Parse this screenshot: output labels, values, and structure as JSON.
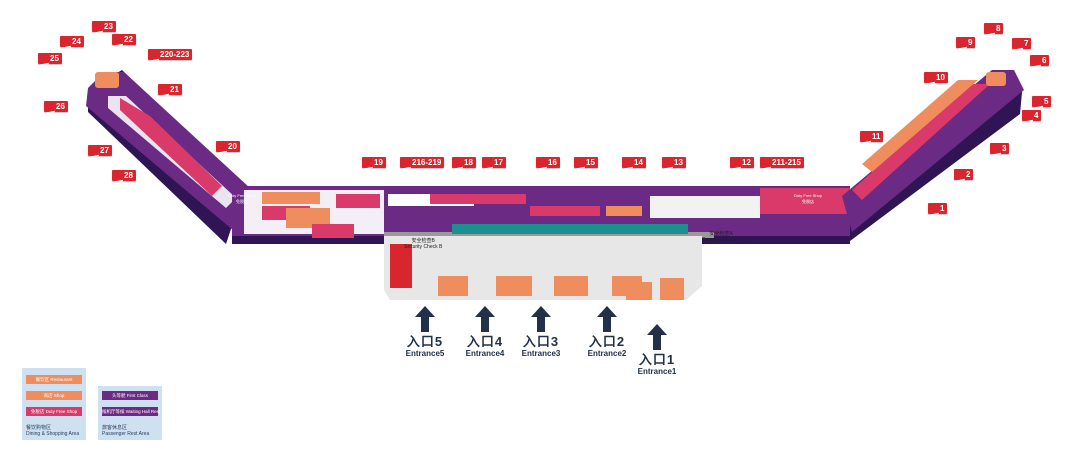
{
  "colors": {
    "corridor": "#6b2a84",
    "corridor_shade": "#2f1554",
    "duty_free": "#d93a6a",
    "dining": "#ef8d5e",
    "gate_badge": "#d9262e",
    "service_blue": "#2e69a9",
    "security_teal": "#1e8f8f",
    "entrance_navy": "#22304a",
    "legend_bg": "#cfe1f1"
  },
  "gates": [
    {
      "label": "23"
    },
    {
      "label": "24"
    },
    {
      "label": "22"
    },
    {
      "label": "25"
    },
    {
      "label": "220-223"
    },
    {
      "label": "21"
    },
    {
      "label": "26"
    },
    {
      "label": "27"
    },
    {
      "label": "20"
    },
    {
      "label": "28"
    },
    {
      "label": "19"
    },
    {
      "label": "216-219"
    },
    {
      "label": "18"
    },
    {
      "label": "17"
    },
    {
      "label": "16"
    },
    {
      "label": "15"
    },
    {
      "label": "14"
    },
    {
      "label": "13"
    },
    {
      "label": "12"
    },
    {
      "label": "211-215"
    },
    {
      "label": "8"
    },
    {
      "label": "9"
    },
    {
      "label": "7"
    },
    {
      "label": "6"
    },
    {
      "label": "10"
    },
    {
      "label": "5"
    },
    {
      "label": "4"
    },
    {
      "label": "11"
    },
    {
      "label": "3"
    },
    {
      "label": "2"
    },
    {
      "label": "1"
    }
  ],
  "security": [
    {
      "cn": "安全检查B",
      "en": "Security Check B"
    },
    {
      "cn": "安全检查A",
      "en": "Security Check A"
    }
  ],
  "shops": {
    "duty_free_left": {
      "en": "Duty Free Shop",
      "cn": "免税店"
    },
    "duty_free_right": {
      "en": "Duty Free Shop",
      "cn": "免税店"
    }
  },
  "entrances": [
    {
      "cn": "入口5",
      "en": "Entrance5"
    },
    {
      "cn": "入口4",
      "en": "Entrance4"
    },
    {
      "cn": "入口3",
      "en": "Entrance3"
    },
    {
      "cn": "入口2",
      "en": "Entrance2"
    },
    {
      "cn": "入口1",
      "en": "Entrance1"
    }
  ],
  "legend": {
    "dining": {
      "items": [
        "餐饮区 Restaurant",
        "商店 Shop",
        "免税店 Duty Free Shop"
      ],
      "title_cn": "餐饮购物区",
      "title_en": "Dining & Shopping Area"
    },
    "rest": {
      "items": [
        "头等舱 First Class",
        "候机厅等候 Waiting Hall Rest"
      ],
      "title_cn": "旅客休息区",
      "title_en": "Passenger Rest Area"
    }
  }
}
